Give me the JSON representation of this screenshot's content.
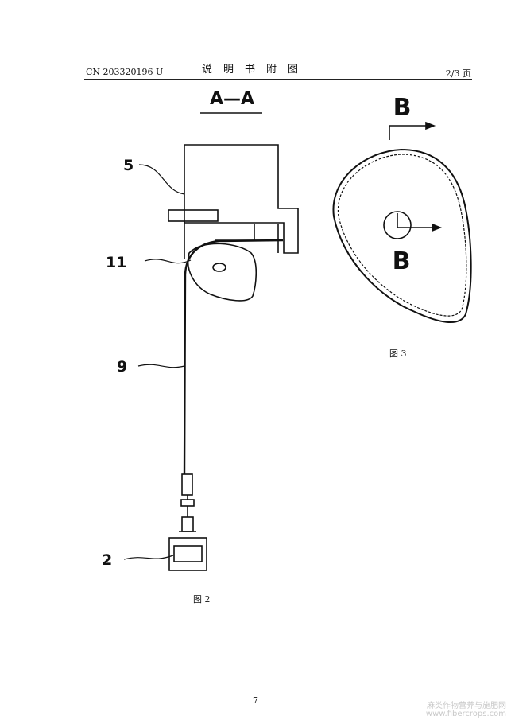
{
  "header": {
    "patent_number": "CN 203320196 U",
    "title": "说明书附图",
    "page_of": "2/3 页"
  },
  "figure_2": {
    "section_label": "A—A",
    "part_labels": [
      "5",
      "11",
      "9",
      "2"
    ],
    "caption": "图 2"
  },
  "figure_3": {
    "section_marker": "B",
    "caption": "图 3"
  },
  "page_number": "7",
  "watermark": {
    "line1": "麻类作物营养与施肥网",
    "line2": "www.fibercrops.com"
  }
}
